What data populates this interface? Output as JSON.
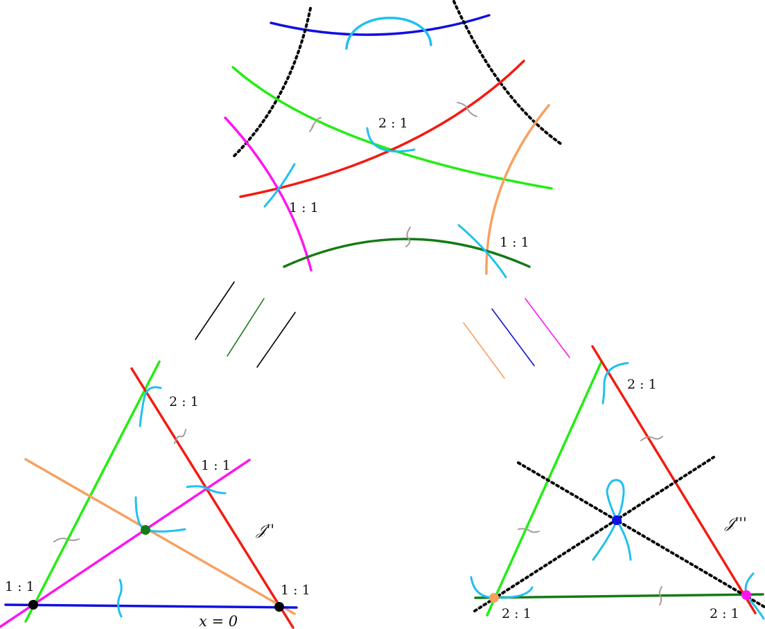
{
  "colors": {
    "blue": "#1010e0",
    "cyan": "#1ec0f0",
    "green": "#22ee11",
    "red": "#f41a10",
    "magenta": "#ff14f0",
    "orange": "#f8a060",
    "dark_green": "#157a15",
    "gray": "#a89a98",
    "black": "#000000"
  },
  "top_surface": {
    "labels": {
      "red_green": "2 : 1",
      "red_magenta": "1 : 1",
      "orange_darkgreen": "1 : 1"
    }
  },
  "arrows": {
    "left": [
      "black",
      "dark_green",
      "black"
    ],
    "right": [
      "orange",
      "blue",
      "magenta"
    ]
  },
  "left_diagram": {
    "name": "𝒥''",
    "labels": {
      "top": "2 : 1",
      "magenta_red": "1 : 1",
      "bottom_left": "1 : 1",
      "bottom_right": "1 : 1",
      "blue_line": "x = 0"
    }
  },
  "right_diagram": {
    "name": "𝒥'''",
    "labels": {
      "top": "2 : 1",
      "bottom_left": "2 : 1",
      "bottom_right": "2 : 1"
    }
  }
}
